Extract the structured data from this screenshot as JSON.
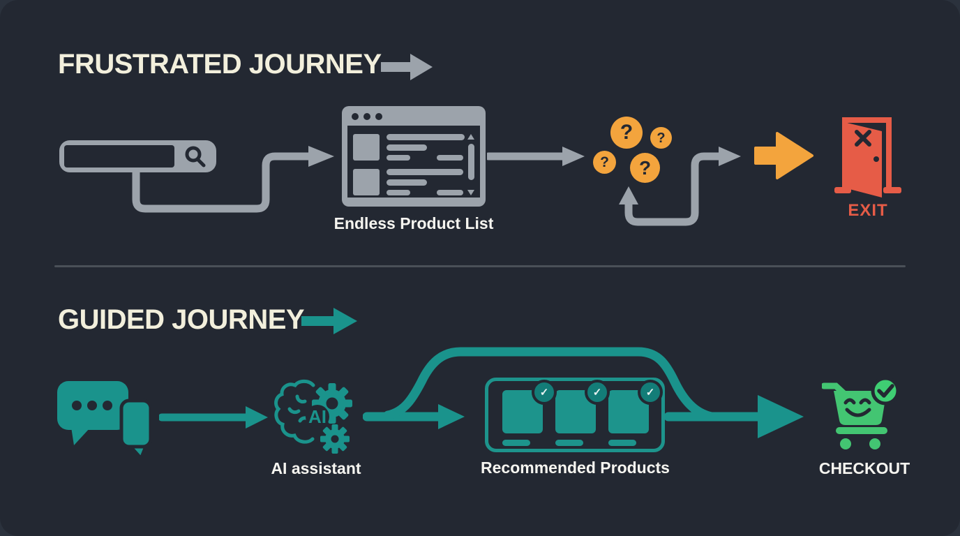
{
  "colors": {
    "background": "#232832",
    "icon_gray": "#9CA3AB",
    "title_cream": "#F2EFDC",
    "label_white": "#F6F5F0",
    "accent_teal": "#1A938C",
    "accent_orange": "#F3A43D",
    "accent_red": "#E65C47",
    "accent_green": "#43C572",
    "badge_green": "#3FCE73",
    "divider_gray": "#4A5058"
  },
  "frustrated_journey": {
    "title": "FRUSTRATED JOURNEY",
    "endless_product_list_label": "Endless Product List",
    "exit_label": "EXIT",
    "question_marks": [
      "?",
      "?",
      "?",
      "?"
    ]
  },
  "guided_journey": {
    "title": "GUIDED JOURNEY",
    "ai_badge": "AI",
    "ai_assistant_label": "AI assistant",
    "recommended_products_label": "Recommended Products",
    "checkout_label": "CHECKOUT"
  },
  "icons": {
    "check": "✓"
  }
}
